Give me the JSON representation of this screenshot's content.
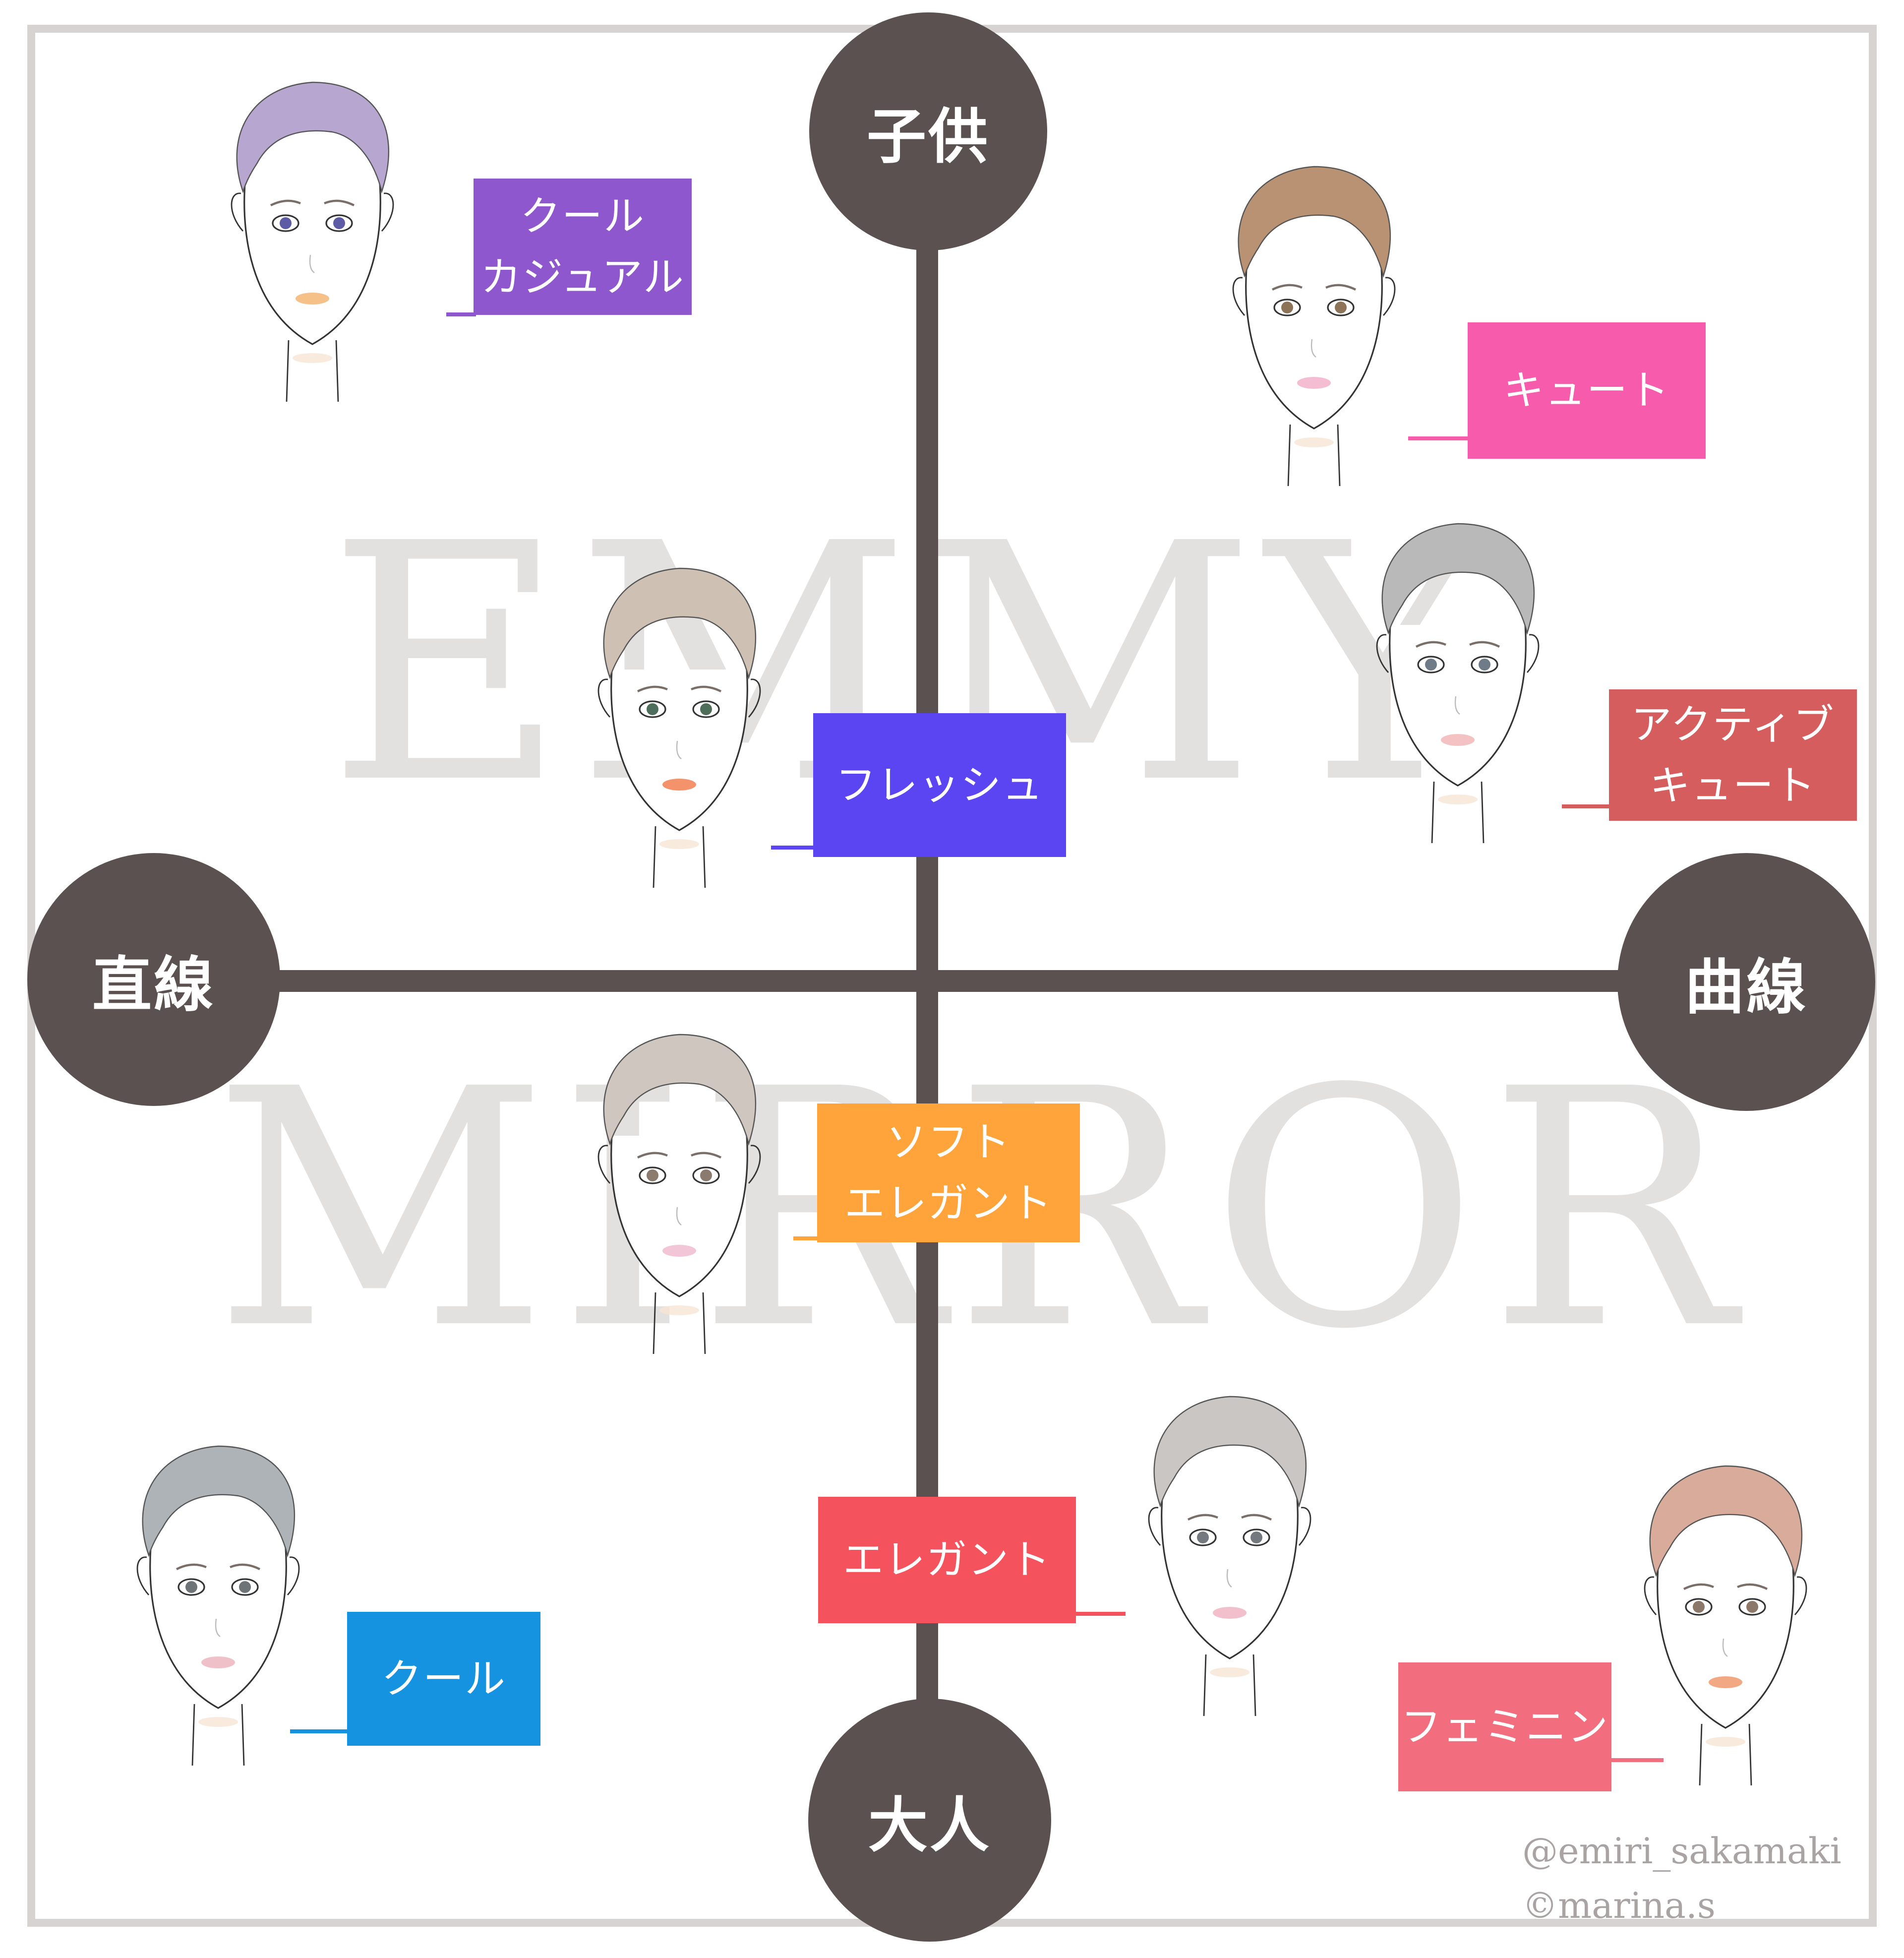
{
  "watermark": {
    "line1": "EMMY",
    "line2": "MIRROR"
  },
  "axes": {
    "top": "子供",
    "bottom": "大人",
    "left": "直線",
    "right": "曲線",
    "line_color": "#5a5150"
  },
  "types": [
    {
      "id": "cool-casual",
      "line1": "クール",
      "line2": "カジュアル",
      "color": "#8e57cd",
      "hair": "#b7a6cf",
      "eye": "#5d5aa6",
      "lip": "#f6c089"
    },
    {
      "id": "cute",
      "line1": "キュート",
      "line2": "",
      "color": "#f75bab",
      "hair": "#b99173",
      "eye": "#8d7458",
      "lip": "#f5bdd2"
    },
    {
      "id": "fresh",
      "line1": "フレッシュ",
      "line2": "",
      "color": "#5b45f2",
      "hair": "#cfc0b4",
      "eye": "#4f6e59",
      "lip": "#f4936b"
    },
    {
      "id": "active-cute",
      "line1": "アクティブ",
      "line2": "キュート",
      "color": "#d65d5d",
      "hair": "#b9b9b9",
      "eye": "#6f7c88",
      "lip": "#f4c2c2"
    },
    {
      "id": "soft-elegant",
      "line1": "ソフト",
      "line2": "エレガント",
      "color": "#ffa43a",
      "hair": "#cfc7bf",
      "eye": "#8a7b6e",
      "lip": "#f2c6d6"
    },
    {
      "id": "cool",
      "line1": "クール",
      "line2": "",
      "color": "#1592e0",
      "hair": "#aeb3b7",
      "eye": "#6e7378",
      "lip": "#f0c0c8"
    },
    {
      "id": "elegant",
      "line1": "エレガント",
      "line2": "",
      "color": "#f4535e",
      "hair": "#c9c6c3",
      "eye": "#73797e",
      "lip": "#f2c0cc"
    },
    {
      "id": "feminine",
      "line1": "フェミニン",
      "line2": "",
      "color": "#f26d7e",
      "hair": "#d9ab9a",
      "eye": "#8b7868",
      "lip": "#f3a884"
    }
  ],
  "credits": {
    "handle": "@emiri_sakamaki",
    "copyright": "©marina.s"
  }
}
